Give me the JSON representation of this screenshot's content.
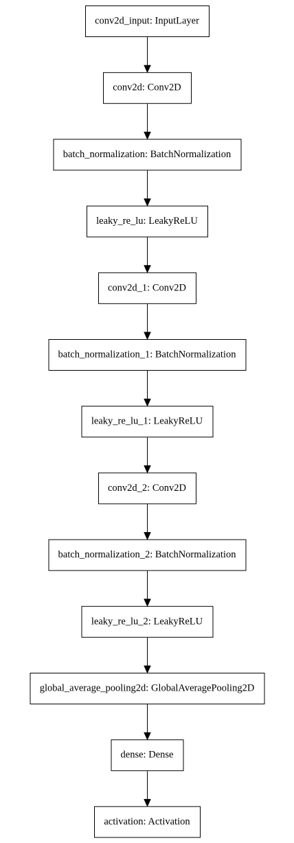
{
  "diagram": {
    "nodes": [
      {
        "id": "conv2d_input",
        "label": "conv2d_input: InputLayer"
      },
      {
        "id": "conv2d",
        "label": "conv2d: Conv2D"
      },
      {
        "id": "batch_normalization",
        "label": "batch_normalization: BatchNormalization"
      },
      {
        "id": "leaky_re_lu",
        "label": "leaky_re_lu: LeakyReLU"
      },
      {
        "id": "conv2d_1",
        "label": "conv2d_1: Conv2D"
      },
      {
        "id": "batch_normalization_1",
        "label": "batch_normalization_1: BatchNormalization"
      },
      {
        "id": "leaky_re_lu_1",
        "label": "leaky_re_lu_1: LeakyReLU"
      },
      {
        "id": "conv2d_2",
        "label": "conv2d_2: Conv2D"
      },
      {
        "id": "batch_normalization_2",
        "label": "batch_normalization_2: BatchNormalization"
      },
      {
        "id": "leaky_re_lu_2",
        "label": "leaky_re_lu_2: LeakyReLU"
      },
      {
        "id": "global_average_pooling2d",
        "label": "global_average_pooling2d: GlobalAveragePooling2D"
      },
      {
        "id": "dense",
        "label": "dense: Dense"
      },
      {
        "id": "activation",
        "label": "activation: Activation"
      }
    ],
    "edges": [
      {
        "from": "conv2d_input",
        "to": "conv2d"
      },
      {
        "from": "conv2d",
        "to": "batch_normalization"
      },
      {
        "from": "batch_normalization",
        "to": "leaky_re_lu"
      },
      {
        "from": "leaky_re_lu",
        "to": "conv2d_1"
      },
      {
        "from": "conv2d_1",
        "to": "batch_normalization_1"
      },
      {
        "from": "batch_normalization_1",
        "to": "leaky_re_lu_1"
      },
      {
        "from": "leaky_re_lu_1",
        "to": "conv2d_2"
      },
      {
        "from": "conv2d_2",
        "to": "batch_normalization_2"
      },
      {
        "from": "batch_normalization_2",
        "to": "leaky_re_lu_2"
      },
      {
        "from": "leaky_re_lu_2",
        "to": "global_average_pooling2d"
      },
      {
        "from": "global_average_pooling2d",
        "to": "dense"
      },
      {
        "from": "dense",
        "to": "activation"
      }
    ]
  }
}
